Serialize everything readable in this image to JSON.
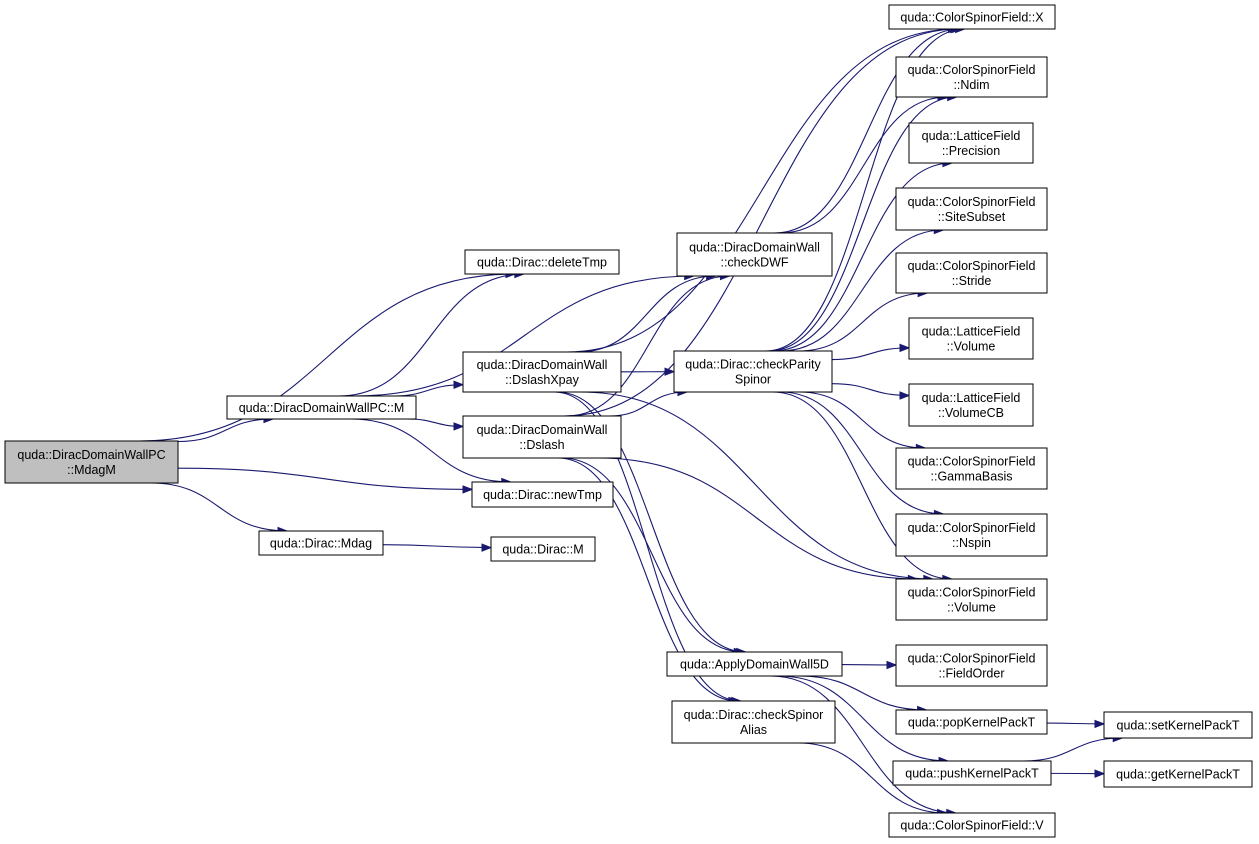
{
  "colors": {
    "edge": "#191970",
    "node_fill": "#ffffff",
    "root_fill": "#bfbfbf",
    "node_stroke": "#000000"
  },
  "nodes": [
    {
      "id": "mdagm",
      "lines": [
        "quda::DiracDomainWallPC",
        "::MdagM"
      ],
      "root": true
    },
    {
      "id": "pcm",
      "lines": [
        "quda::DiracDomainWallPC::M"
      ]
    },
    {
      "id": "deletetmp",
      "lines": [
        "quda::Dirac::deleteTmp"
      ]
    },
    {
      "id": "newtmp",
      "lines": [
        "quda::Dirac::newTmp"
      ]
    },
    {
      "id": "mdag",
      "lines": [
        "quda::Dirac::Mdag"
      ]
    },
    {
      "id": "diracm",
      "lines": [
        "quda::Dirac::M"
      ]
    },
    {
      "id": "dslashxpay",
      "lines": [
        "quda::DiracDomainWall",
        "::DslashXpay"
      ]
    },
    {
      "id": "dslash",
      "lines": [
        "quda::DiracDomainWall",
        "::Dslash"
      ]
    },
    {
      "id": "checkdwf",
      "lines": [
        "quda::DiracDomainWall",
        "::checkDWF"
      ]
    },
    {
      "id": "checkparity",
      "lines": [
        "quda::Dirac::checkParity",
        "Spinor"
      ]
    },
    {
      "id": "apply5d",
      "lines": [
        "quda::ApplyDomainWall5D"
      ]
    },
    {
      "id": "checkalias",
      "lines": [
        "quda::Dirac::checkSpinor",
        "Alias"
      ]
    },
    {
      "id": "x",
      "lines": [
        "quda::ColorSpinorField::X"
      ]
    },
    {
      "id": "ndim",
      "lines": [
        "quda::ColorSpinorField",
        "::Ndim"
      ]
    },
    {
      "id": "precision",
      "lines": [
        "quda::LatticeField",
        "::Precision"
      ]
    },
    {
      "id": "sitesubset",
      "lines": [
        "quda::ColorSpinorField",
        "::SiteSubset"
      ]
    },
    {
      "id": "stride",
      "lines": [
        "quda::ColorSpinorField",
        "::Stride"
      ]
    },
    {
      "id": "lvolume",
      "lines": [
        "quda::LatticeField",
        "::Volume"
      ]
    },
    {
      "id": "volumecb",
      "lines": [
        "quda::LatticeField",
        "::VolumeCB"
      ]
    },
    {
      "id": "gammabasis",
      "lines": [
        "quda::ColorSpinorField",
        "::GammaBasis"
      ]
    },
    {
      "id": "nspin",
      "lines": [
        "quda::ColorSpinorField",
        "::Nspin"
      ]
    },
    {
      "id": "csvolume",
      "lines": [
        "quda::ColorSpinorField",
        "::Volume"
      ]
    },
    {
      "id": "fieldorder",
      "lines": [
        "quda::ColorSpinorField",
        "::FieldOrder"
      ]
    },
    {
      "id": "popkernel",
      "lines": [
        "quda::popKernelPackT"
      ]
    },
    {
      "id": "pushkernel",
      "lines": [
        "quda::pushKernelPackT"
      ]
    },
    {
      "id": "v",
      "lines": [
        "quda::ColorSpinorField::V"
      ]
    },
    {
      "id": "setkernel",
      "lines": [
        "quda::setKernelPackT"
      ]
    },
    {
      "id": "getkernel",
      "lines": [
        "quda::getKernelPackT"
      ]
    }
  ],
  "edges": [
    [
      "mdagm",
      "pcm"
    ],
    [
      "mdagm",
      "deletetmp"
    ],
    [
      "mdagm",
      "newtmp"
    ],
    [
      "mdagm",
      "mdag"
    ],
    [
      "pcm",
      "deletetmp"
    ],
    [
      "pcm",
      "newtmp"
    ],
    [
      "pcm",
      "dslashxpay"
    ],
    [
      "pcm",
      "dslash"
    ],
    [
      "pcm",
      "checkdwf"
    ],
    [
      "mdag",
      "diracm"
    ],
    [
      "dslashxpay",
      "checkdwf"
    ],
    [
      "dslashxpay",
      "checkparity"
    ],
    [
      "dslashxpay",
      "apply5d"
    ],
    [
      "dslashxpay",
      "checkalias"
    ],
    [
      "dslashxpay",
      "x"
    ],
    [
      "dslashxpay",
      "csvolume"
    ],
    [
      "dslash",
      "checkdwf"
    ],
    [
      "dslash",
      "checkparity"
    ],
    [
      "dslash",
      "apply5d"
    ],
    [
      "dslash",
      "checkalias"
    ],
    [
      "dslash",
      "x"
    ],
    [
      "dslash",
      "csvolume"
    ],
    [
      "checkdwf",
      "x"
    ],
    [
      "checkdwf",
      "ndim"
    ],
    [
      "checkparity",
      "x"
    ],
    [
      "checkparity",
      "ndim"
    ],
    [
      "checkparity",
      "precision"
    ],
    [
      "checkparity",
      "sitesubset"
    ],
    [
      "checkparity",
      "stride"
    ],
    [
      "checkparity",
      "lvolume"
    ],
    [
      "checkparity",
      "volumecb"
    ],
    [
      "checkparity",
      "gammabasis"
    ],
    [
      "checkparity",
      "nspin"
    ],
    [
      "checkparity",
      "csvolume"
    ],
    [
      "apply5d",
      "fieldorder"
    ],
    [
      "apply5d",
      "popkernel"
    ],
    [
      "apply5d",
      "pushkernel"
    ],
    [
      "apply5d",
      "v"
    ],
    [
      "checkalias",
      "v"
    ],
    [
      "popkernel",
      "setkernel"
    ],
    [
      "pushkernel",
      "setkernel"
    ],
    [
      "pushkernel",
      "getkernel"
    ]
  ]
}
